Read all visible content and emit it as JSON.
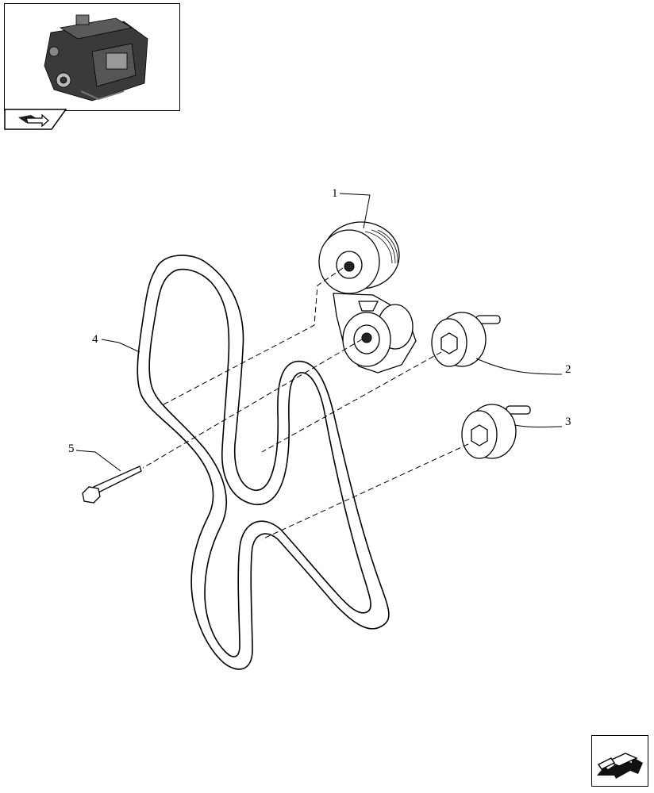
{
  "thumbnail": {
    "icon": "engine-thumbnail-icon",
    "back_icon": "book-arrow-icon"
  },
  "callouts": [
    {
      "id": "1",
      "label": "1"
    },
    {
      "id": "2",
      "label": "2"
    },
    {
      "id": "3",
      "label": "3"
    },
    {
      "id": "4",
      "label": "4"
    },
    {
      "id": "5",
      "label": "5"
    }
  ],
  "nav": {
    "icon": "next-page-arrow-icon"
  }
}
